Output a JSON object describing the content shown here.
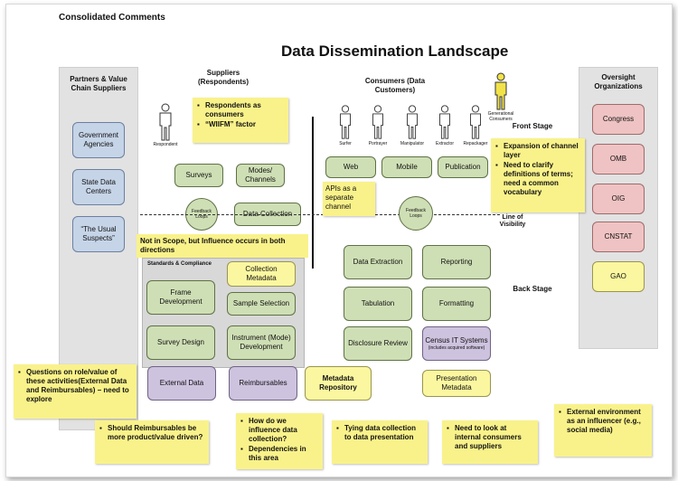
{
  "header": "Consolidated Comments",
  "title": "Data Dissemination Landscape",
  "left_panel": {
    "title": "Partners & Value Chain Suppliers",
    "items": [
      "Government Agencies",
      "State Data Centers",
      "“The Usual Suspects”"
    ]
  },
  "right_panel": {
    "title": "Oversight Organizations",
    "items": [
      "Congress",
      "OMB",
      "OIG",
      "CNSTAT"
    ],
    "highlight": "GAO"
  },
  "suppliers": {
    "heading": "Suppliers (Respondents)",
    "figure_label": "Respondent",
    "boxes": [
      "Surveys",
      "Modes/ Channels",
      "Data Collection"
    ],
    "loop": "Feedback Loops"
  },
  "consumers": {
    "heading": "Consumers (Data Customers)",
    "figures": [
      "Surfer",
      "Portrayer",
      "Manipulator",
      "Extractor",
      "Repackager"
    ],
    "generational": "Generational Consumers",
    "boxes": [
      "Web",
      "Mobile",
      "Publication"
    ],
    "loop": "Feedback Loops"
  },
  "stages": {
    "front": "Front Stage",
    "visibility": "Line of Visibility",
    "back": "Back Stage"
  },
  "back_stage": {
    "left": [
      "Data Extraction",
      "Tabulation",
      "Disclosure Review"
    ],
    "right": [
      "Reporting",
      "Formatting"
    ],
    "census": "Census IT Systems",
    "census_note": "(includes acquired software)",
    "presentation": "Presentation Metadata"
  },
  "scope_note": "Not in Scope, but Influence occurs in both directions",
  "standards": {
    "title": "Standards & Compliance",
    "left": [
      "Frame Development",
      "Survey Design"
    ],
    "right": [
      "Collection Metadata",
      "Sample Selection",
      "Instrument (Mode) Development"
    ],
    "bottom": [
      "External Data",
      "Reimbursables"
    ]
  },
  "metadata_repo": "Metadata Repository",
  "apis_note": "APIs as a separate channel",
  "stickies": {
    "respondents": [
      "Respondents as consumers",
      "“WIIFM” factor"
    ],
    "channel": [
      "Expansion of channel layer",
      "Need to clarify definitions of terms; need a common vocabulary"
    ],
    "role": [
      "Questions on role/value of these activities(External Data and Reimbursables) – need to explore"
    ],
    "reimbursables": [
      "Should Reimbursables be more product/value driven?"
    ],
    "influence": [
      "How do we influence data collection?",
      "Dependencies in this area"
    ],
    "tying": [
      "Tying data collection to data presentation"
    ],
    "internal": [
      "Need to look at internal consumers and suppliers"
    ],
    "external": [
      "External environment as an influencer (e.g., social media)"
    ]
  },
  "colors": {
    "blue": "#c6d4e8",
    "pink": "#efc3c3",
    "yellow": "#fbf7a0",
    "green": "#cfdfb5",
    "lavender": "#cec3df",
    "sticky": "#f9f28a"
  }
}
